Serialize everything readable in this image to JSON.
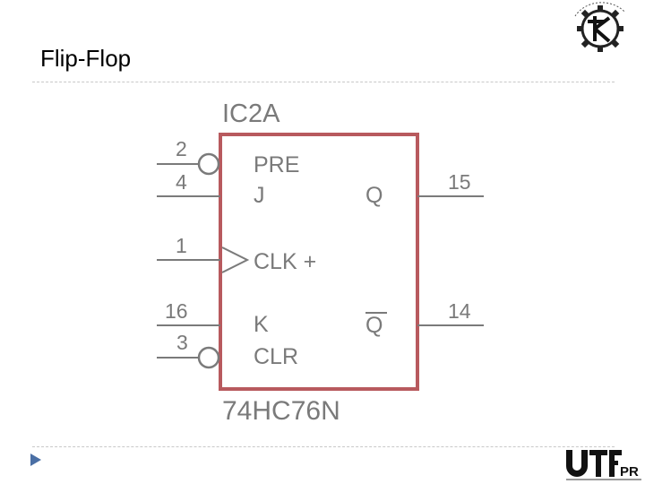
{
  "slide": {
    "title": "Flip-Flop"
  },
  "component": {
    "reference": "IC2A",
    "part_number": "74HC76N",
    "pins_left": {
      "pre_pin": "2",
      "j_pin": "4",
      "clk_pin": "1",
      "k_pin": "16",
      "clr_pin": "3"
    },
    "pins_right": {
      "q_pin": "15",
      "qbar_pin": "14"
    },
    "labels": {
      "pre": "PRE",
      "j": "J",
      "clk": "CLK +",
      "k": "K",
      "clr": "CLR",
      "q": "Q",
      "qbar": "Q"
    }
  },
  "logos": {
    "utfpr_text": "UTFPR",
    "corner_logo_icon": "gear-emblem-icon"
  },
  "colors": {
    "body_outline": "#b85a5e",
    "wires": "#7a7a7a",
    "text": "#7a7a7a",
    "divider": "#c8c8c8",
    "bullet": "#4a6fa5"
  }
}
